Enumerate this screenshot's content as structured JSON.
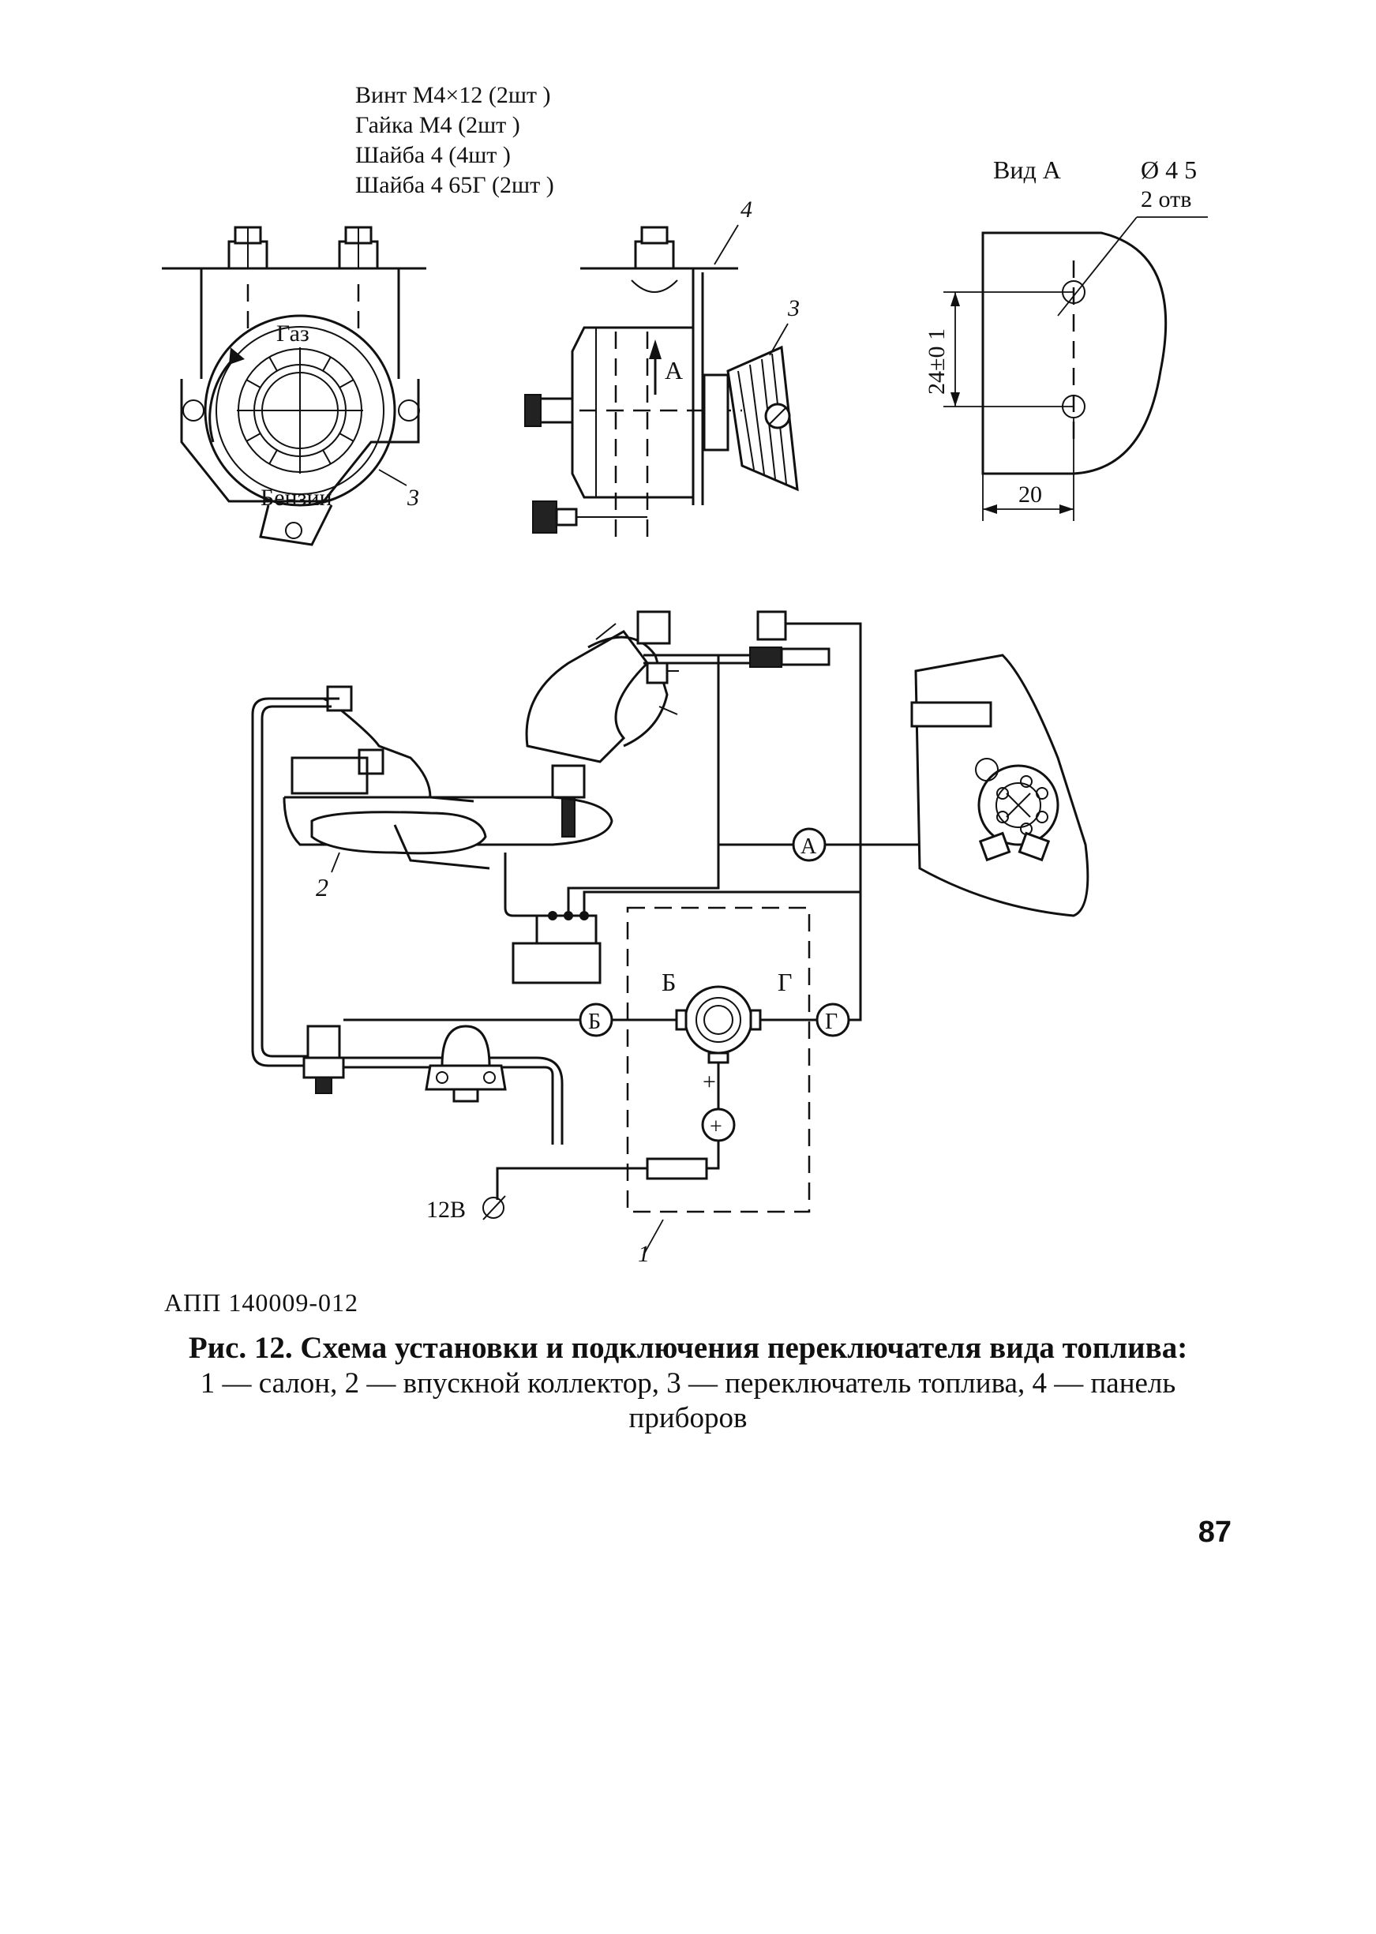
{
  "parts_list": [
    "Винт М4×12 (2шт )",
    "Гайка М4     (2шт )",
    "Шайба 4      (4шт )",
    "Шайба 4 65Г (2шт )"
  ],
  "top_left_view": {
    "label_top": "Газ",
    "label_bottom": "Бензин",
    "callout": "3"
  },
  "side_view": {
    "callout_panel": "4",
    "callout_switch": "3",
    "arrow_label": "А"
  },
  "view_a": {
    "title": "Вид А",
    "hole_diameter": "Ø 4 5",
    "hole_count": "2 отв",
    "dim_vertical": "24±0 1",
    "dim_horizontal": "20"
  },
  "wiring": {
    "callout_manifold": "2",
    "callout_cabin": "1",
    "terminal_a": "А",
    "terminal_b": "Б",
    "terminal_g": "Г",
    "label_b": "Б",
    "label_g": "Г",
    "plus_sign": "+",
    "plus_terminal": "+",
    "supply": "12В"
  },
  "doc_code": "АПП 140009-012",
  "caption": {
    "title": "Рис. 12. Схема установки и подключения переключателя вида топлива:",
    "legend": "1 — салон, 2 — впускной коллектор, 3 — переключатель топлива, 4 — панель приборов"
  },
  "page_number": "87"
}
